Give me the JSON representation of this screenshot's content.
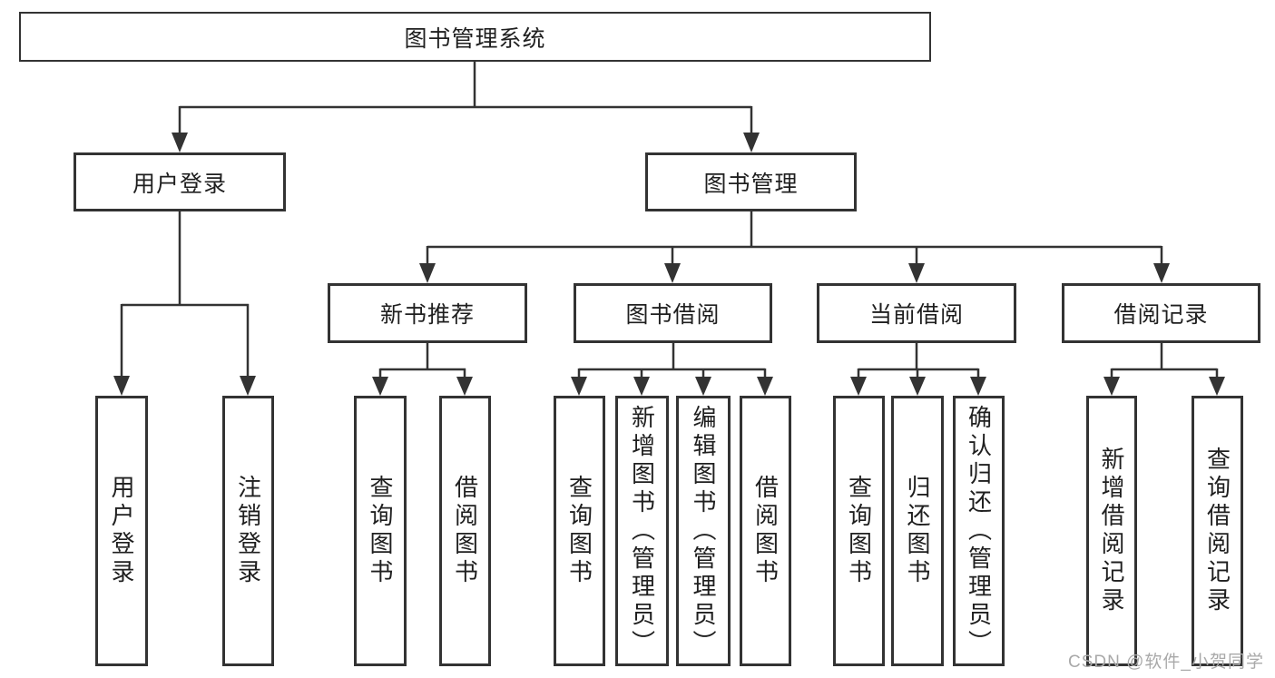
{
  "colors": {
    "line": "#333333",
    "box_border": "#333333",
    "box_background": "#ffffff",
    "text": "#1f1f1f",
    "watermark": "#a9a9a9",
    "page_background": "#ffffff"
  },
  "watermark": {
    "text": "CSDN @软件_小贺同学"
  },
  "tree": {
    "root": {
      "label": "图书管理系统",
      "children": [
        {
          "label": "用户登录",
          "children": [
            {
              "label": "用户登录"
            },
            {
              "label": "注销登录"
            }
          ]
        },
        {
          "label": "图书管理",
          "children": [
            {
              "label": "新书推荐",
              "children": [
                {
                  "label": "查询图书"
                },
                {
                  "label": "借阅图书"
                }
              ]
            },
            {
              "label": "图书借阅",
              "children": [
                {
                  "label": "查询图书"
                },
                {
                  "label": "新增图书（管理员）"
                },
                {
                  "label": "编辑图书（管理员）"
                },
                {
                  "label": "借阅图书"
                }
              ]
            },
            {
              "label": "当前借阅",
              "children": [
                {
                  "label": "查询图书"
                },
                {
                  "label": "归还图书"
                },
                {
                  "label": "确认归还（管理员）"
                }
              ]
            },
            {
              "label": "借阅记录",
              "children": [
                {
                  "label": "新增借阅记录"
                },
                {
                  "label": "查询借阅记录"
                }
              ]
            }
          ]
        }
      ]
    }
  }
}
